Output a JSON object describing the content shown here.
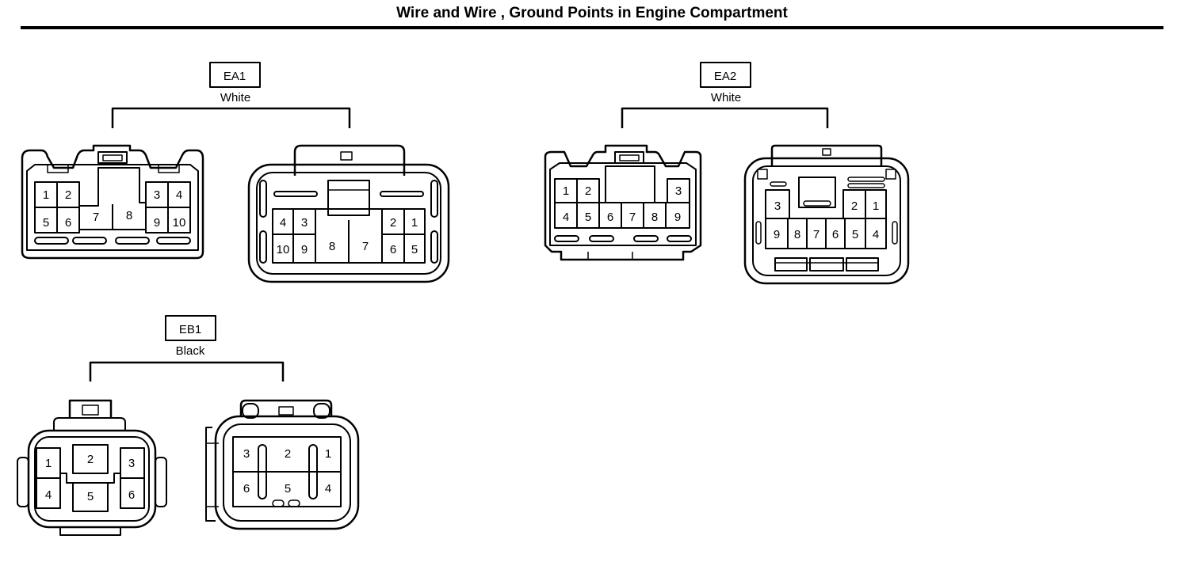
{
  "title": "Wire and Wire , Ground Points in Engine Compartment",
  "connectors": {
    "ea1": {
      "code": "EA1",
      "color": "White",
      "female_pins": [
        "1",
        "2",
        "3",
        "4",
        "5",
        "6",
        "7",
        "8",
        "9",
        "10"
      ],
      "male_pins": [
        "4",
        "3",
        "2",
        "1",
        "10",
        "9",
        "8",
        "7",
        "6",
        "5"
      ]
    },
    "ea2": {
      "code": "EA2",
      "color": "White",
      "female_pins": [
        "1",
        "2",
        "3",
        "4",
        "5",
        "6",
        "7",
        "8",
        "9"
      ],
      "male_pins": [
        "3",
        "2",
        "1",
        "9",
        "8",
        "7",
        "6",
        "5",
        "4"
      ]
    },
    "eb1": {
      "code": "EB1",
      "color": "Black",
      "female_pins": [
        "1",
        "2",
        "3",
        "4",
        "5",
        "6"
      ],
      "male_pins": [
        "3",
        "2",
        "1",
        "6",
        "5",
        "4"
      ]
    }
  }
}
